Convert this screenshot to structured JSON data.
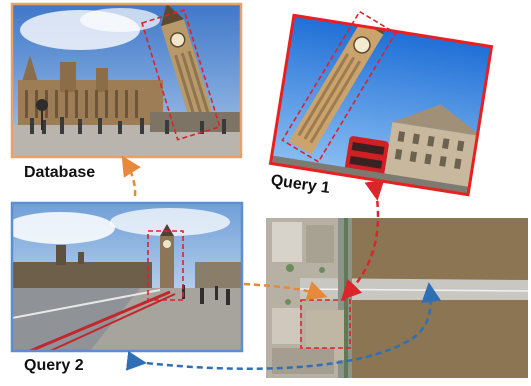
{
  "labels": {
    "database": "Database",
    "query1": "Query 1",
    "query2": "Query 2"
  },
  "colors": {
    "database_frame": "#e8a16b",
    "query1_frame": "#e8201f",
    "query2_frame": "#5b8fd0",
    "dashed_box": "#e0202a",
    "arrow_orange": "#e6893a",
    "arrow_red": "#d9262a",
    "arrow_blue": "#2f6fb5"
  }
}
